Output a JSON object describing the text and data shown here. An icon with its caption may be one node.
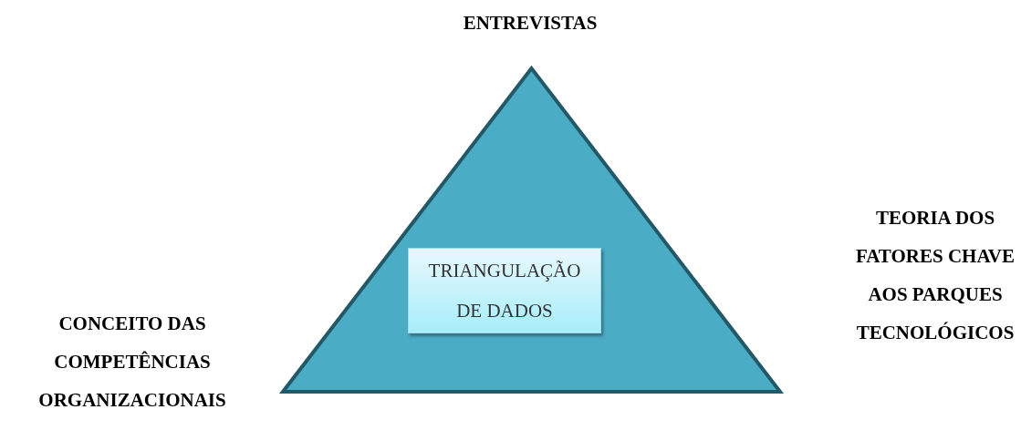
{
  "diagram": {
    "nodes": [
      {
        "text": [],
        "shape": "triangle"
      },
      {
        "text": [
          "TRIANGULAÇÃO DE DADOS"
        ],
        "in": 0
      }
    ],
    "edges": [],
    "labels": [
      "ENTREVISTAS",
      "TEORIA DOS FATORES CHAVE AOS PARQUES TECNOLÓGICOS",
      "CONCEITO DAS COMPETÊNCIAS ORGANIZACIONAIS"
    ]
  }
}
